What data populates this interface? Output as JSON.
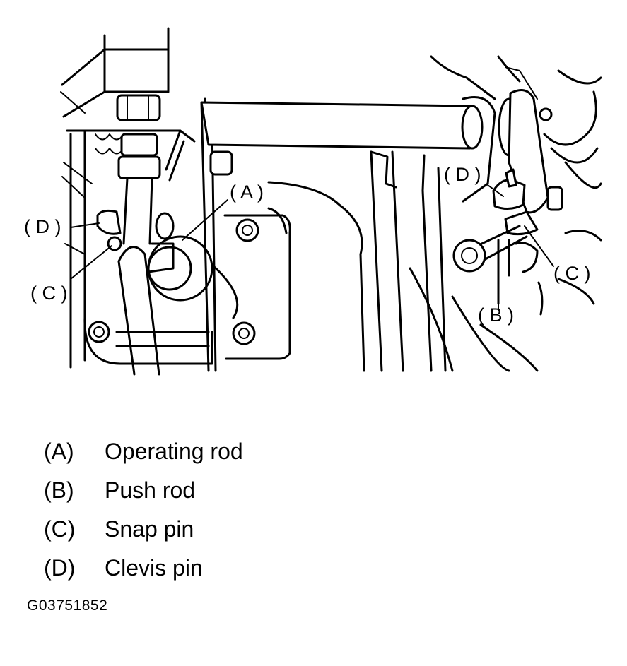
{
  "callouts": {
    "a": "( A )",
    "b": "( B )",
    "c_left": "( C )",
    "c_right": "( C )",
    "d_left": "( D )",
    "d_right": "( D )"
  },
  "legend": [
    {
      "key": "(A)",
      "text": "Operating rod"
    },
    {
      "key": "(B)",
      "text": "Push rod"
    },
    {
      "key": "(C)",
      "text": "Snap pin"
    },
    {
      "key": "(D)",
      "text": "Clevis pin"
    }
  ],
  "figure_id": "G03751852"
}
